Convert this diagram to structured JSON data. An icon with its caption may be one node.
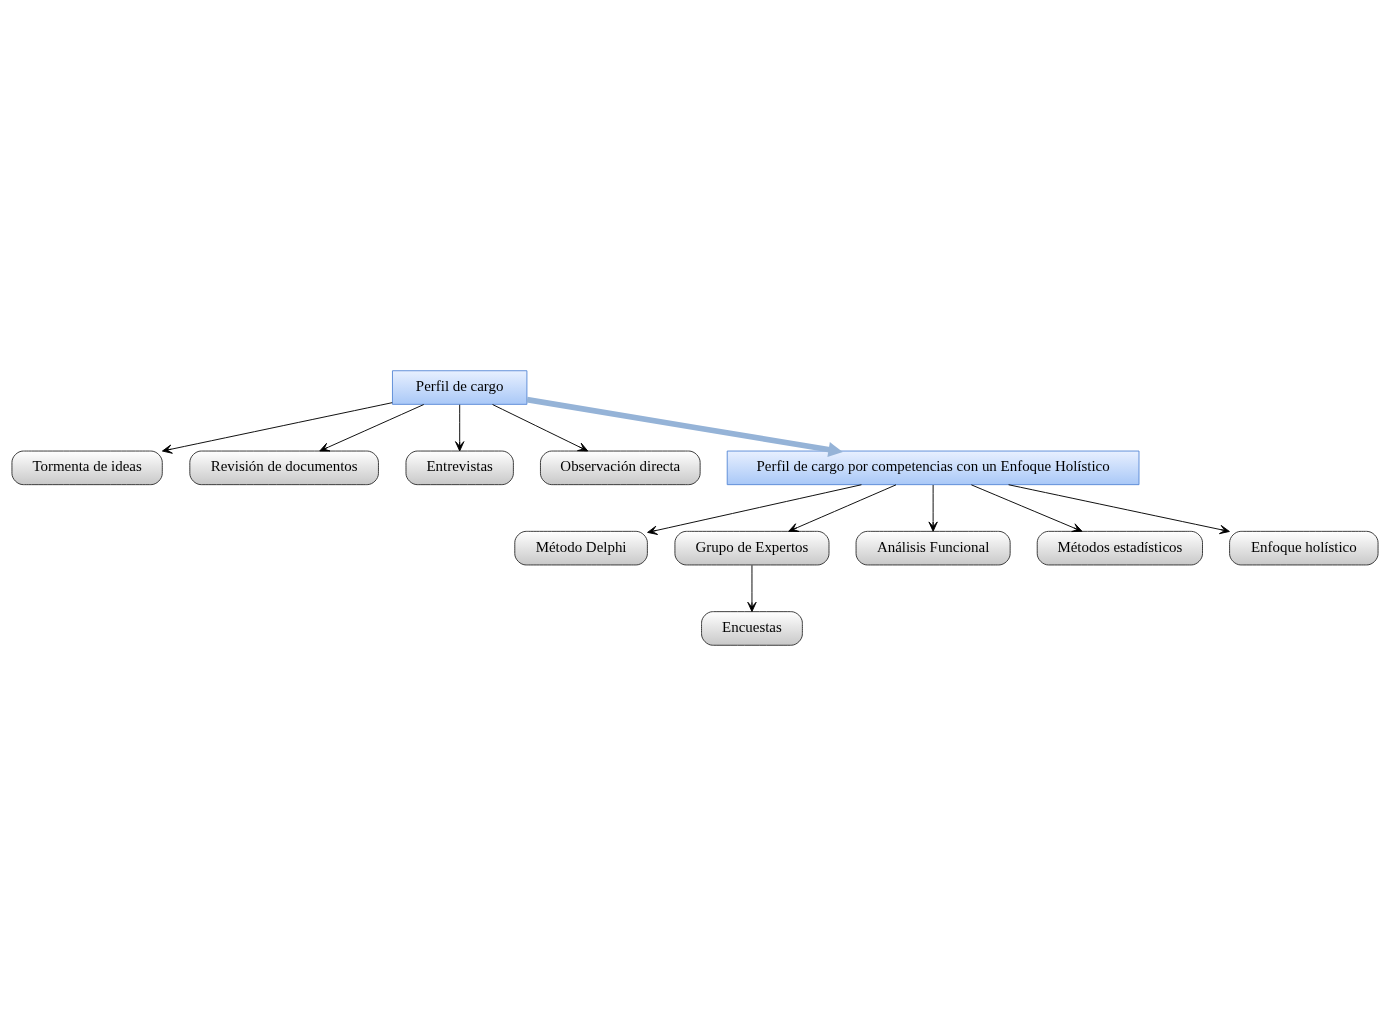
{
  "diagram": {
    "nodes": [
      {
        "text": [
          "Perfil de cargo"
        ]
      },
      {
        "text": [
          "Tormenta de ideas"
        ]
      },
      {
        "text": [
          "Revisión de documentos"
        ]
      },
      {
        "text": [
          "Entrevistas"
        ]
      },
      {
        "text": [
          "Observación directa"
        ]
      },
      {
        "text": [
          "Perfil de cargo por competencias con un Enfoque Holístico"
        ]
      },
      {
        "text": [
          "Método Delphi"
        ]
      },
      {
        "text": [
          "Grupo de Expertos"
        ]
      },
      {
        "text": [
          "Análisis Funcional"
        ]
      },
      {
        "text": [
          "Métodos estadísticos"
        ]
      },
      {
        "text": [
          "Enfoque holístico"
        ]
      },
      {
        "text": [
          "Encuestas"
        ]
      }
    ],
    "edges": [
      {
        "from": 0,
        "to": 1,
        "arrow": "to"
      },
      {
        "from": 0,
        "to": 2,
        "arrow": "to"
      },
      {
        "from": 0,
        "to": 3,
        "arrow": "to"
      },
      {
        "from": 0,
        "to": 4,
        "arrow": "to"
      },
      {
        "from": 0,
        "to": 5,
        "arrow": "to",
        "style": "thick",
        "color": "#95b3d7"
      },
      {
        "from": 5,
        "to": 6,
        "arrow": "to"
      },
      {
        "from": 5,
        "to": 7,
        "arrow": "to"
      },
      {
        "from": 5,
        "to": 8,
        "arrow": "to"
      },
      {
        "from": 5,
        "to": 9,
        "arrow": "to"
      },
      {
        "from": 5,
        "to": 10,
        "arrow": "to"
      },
      {
        "from": 7,
        "to": 11,
        "arrow": "to"
      }
    ]
  }
}
